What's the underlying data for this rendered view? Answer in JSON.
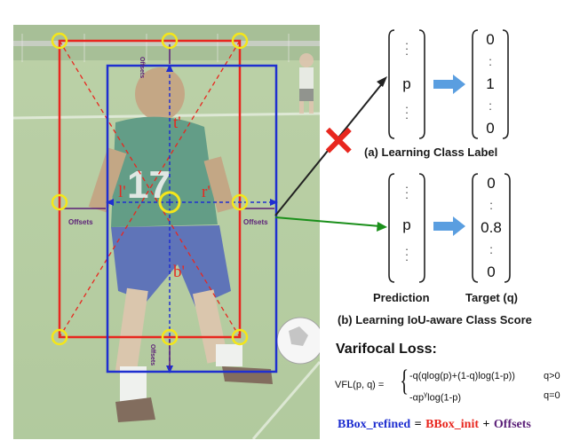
{
  "photo": {
    "labels": {
      "t": "t'",
      "l": "l'",
      "r": "r'",
      "b": "b'",
      "offsets": "Offsets"
    }
  },
  "vectors": {
    "top": {
      "left": [
        "p"
      ],
      "right": [
        "0",
        "1",
        "0"
      ]
    },
    "bottom": {
      "left": [
        "p"
      ],
      "right": [
        "0",
        "0.8",
        "0"
      ]
    }
  },
  "captions": {
    "a": "(a) Learning Class Label",
    "prediction": "Prediction",
    "target": "Target (q)",
    "b": "(b) Learning IoU-aware Class Score"
  },
  "loss": {
    "title": "Varifocal Loss:",
    "lhs": "VFL(p, q) =",
    "case1": "-q(qlog(p)+(1-q)log(1-p))",
    "cond1": "q>0",
    "case2": "-αp",
    "case2_sup": "γ",
    "case2_rest": "log(1-p)",
    "cond2": "q=0"
  },
  "bbox_eq": {
    "refined": "BBox_refined",
    "eq": "=",
    "init": "BBox_init",
    "plus": "+",
    "offsets": "Offsets"
  },
  "colors": {
    "red": "#e8271f",
    "blue": "#1f2fd0",
    "yellow": "#f4e61a",
    "purple": "#5b1f78",
    "green": "#1a8f1a",
    "arrow_fill": "#5a9ee0"
  }
}
